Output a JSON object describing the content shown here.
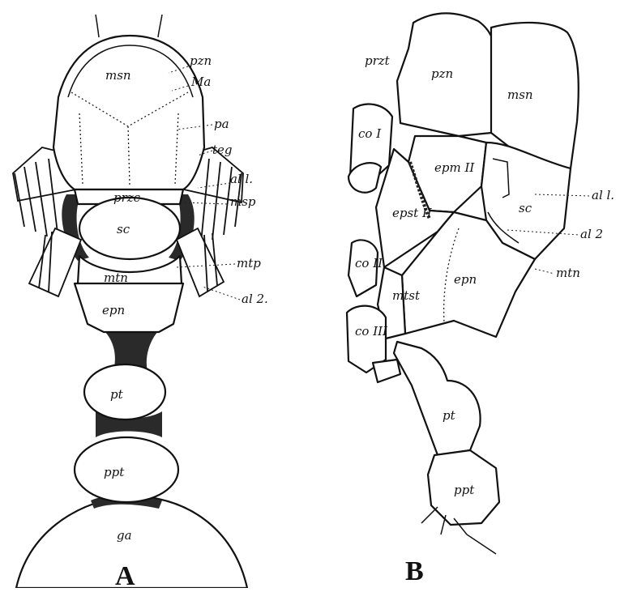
{
  "figure": {
    "panels": [
      {
        "id": "A",
        "label": "A"
      },
      {
        "id": "B",
        "label": "B"
      }
    ],
    "labels_A": {
      "msn": "msn",
      "pzn": "pzn",
      "Ma": "Ma",
      "pa": "pa",
      "teg": "teg",
      "al1": "al l.",
      "przc": "przc",
      "msp": "msp",
      "sc": "sc",
      "mtn": "mtn",
      "mtp": "mtp",
      "al2": "al 2.",
      "epn": "epn",
      "pt": "pt",
      "ppt": "ppt",
      "ga": "ga"
    },
    "labels_B": {
      "przt": "przt",
      "pzn": "pzn",
      "msn": "msn",
      "coI": "co I",
      "epmII": "epm II",
      "epstII": "epst II",
      "sc": "sc",
      "al1": "al l.",
      "al2": "al 2",
      "coII": "co II",
      "mtst": "mtst",
      "epn": "epn",
      "mtn": "mtn",
      "coIII": "co III",
      "pt": "pt",
      "ppt": "ppt"
    }
  }
}
